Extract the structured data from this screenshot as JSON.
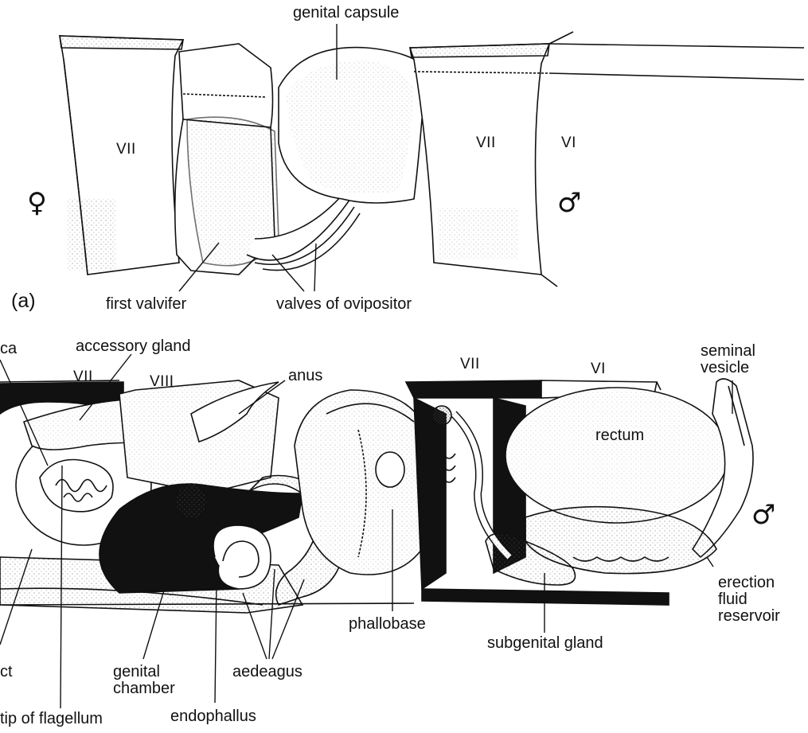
{
  "panel_a": {
    "panel_label": "(a)",
    "labels": {
      "genital_capsule": "genital capsule",
      "segment_vii_female": "VII",
      "segment_vii_male": "VII",
      "segment_vi_male": "VI",
      "female_symbol": "♀",
      "male_symbol": "♂",
      "first_valvifer": "first valvifer",
      "valves_of_ovipositor": "valves of ovipositor"
    }
  },
  "panel_b": {
    "labels": {
      "spermatheca_partial": "ca",
      "accessory_gland": "accessory gland",
      "segment_vii_female": "VII",
      "segment_viii_female": "VIII",
      "anus": "anus",
      "segment_vii_male": "VII",
      "segment_vi_male": "VI",
      "seminal_vesicle": "seminal\nvesicle",
      "rectum": "rectum",
      "male_symbol": "♂",
      "erection_fluid_reservoir": "erection\nfluid\nreservoir",
      "phallobase": "phallobase",
      "subgenital_gland": "subgenital gland",
      "duct_partial": "ct",
      "genital_chamber": "genital\nchamber",
      "aedeagus": "aedeagus",
      "tip_of_flagellum": "tip of flagellum",
      "endophallus": "endophallus"
    }
  }
}
